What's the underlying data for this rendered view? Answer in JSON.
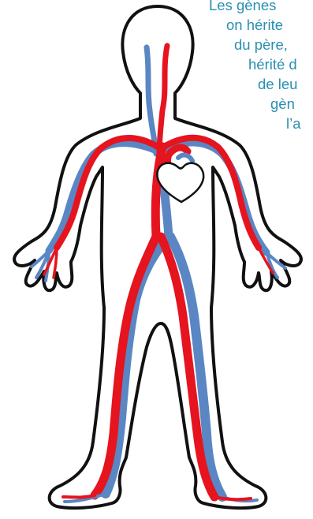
{
  "caption": {
    "lines": [
      "Les gènes",
      "on hérite",
      "du père,",
      "hérité d",
      "de leu",
      "gèn",
      "l’a"
    ]
  },
  "colors": {
    "outline": "#111111",
    "artery": "#e5141e",
    "vein": "#5a86c4",
    "text": "#2a8fb0",
    "background": "#ffffff"
  }
}
